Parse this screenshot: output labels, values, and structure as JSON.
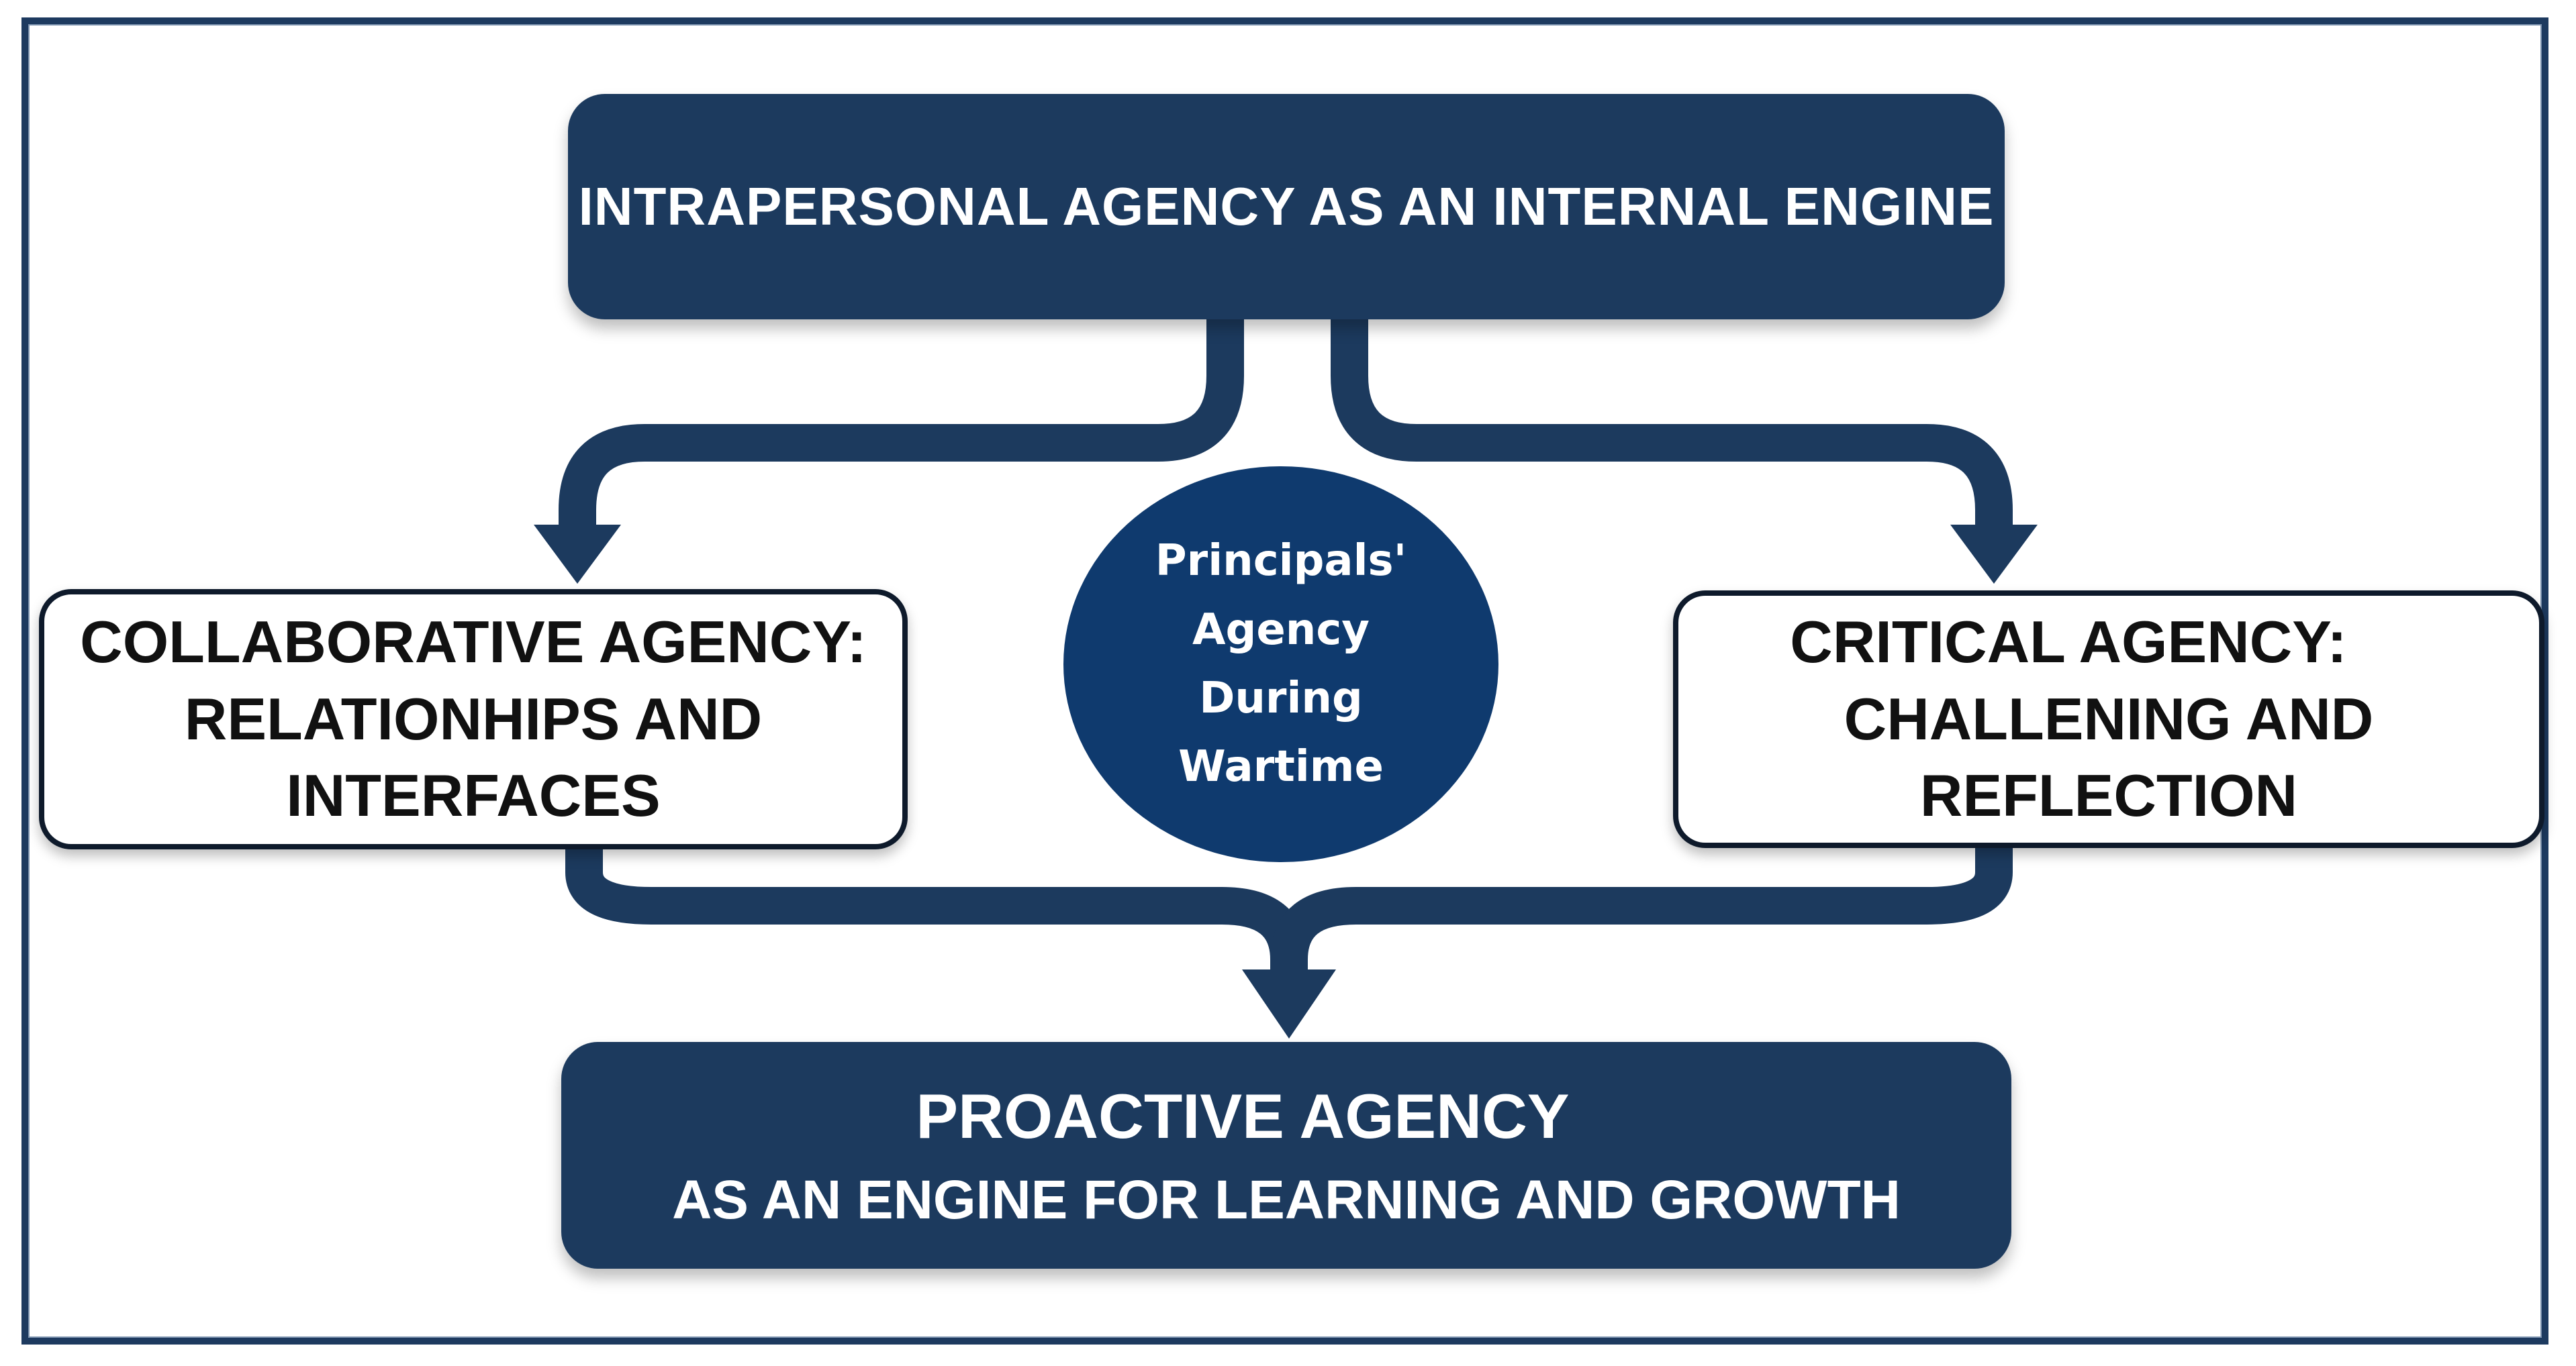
{
  "diagram": {
    "top": {
      "label": "INTRAPERSONAL AGENCY AS AN INTERNAL ENGINE"
    },
    "center": {
      "lines": [
        "Principals'",
        "Agency",
        "During",
        "Wartime"
      ]
    },
    "left": {
      "line1": "COLLABORATIVE AGENCY:",
      "line2": "RELATIONHIPS AND INTERFACES"
    },
    "right": {
      "line1": "CRITICAL AGENCY:",
      "line2": "CHALLENING AND REFLECTION"
    },
    "bottom": {
      "line1": "PROACTIVE AGENCY",
      "line2": "AS AN ENGINE FOR LEARNING AND GROWTH"
    }
  },
  "colors": {
    "dark_box": "#1c3a5e",
    "circle": "#0f3a6e",
    "arrow": "#1c3a5e",
    "frame": "#1d3a5f"
  }
}
